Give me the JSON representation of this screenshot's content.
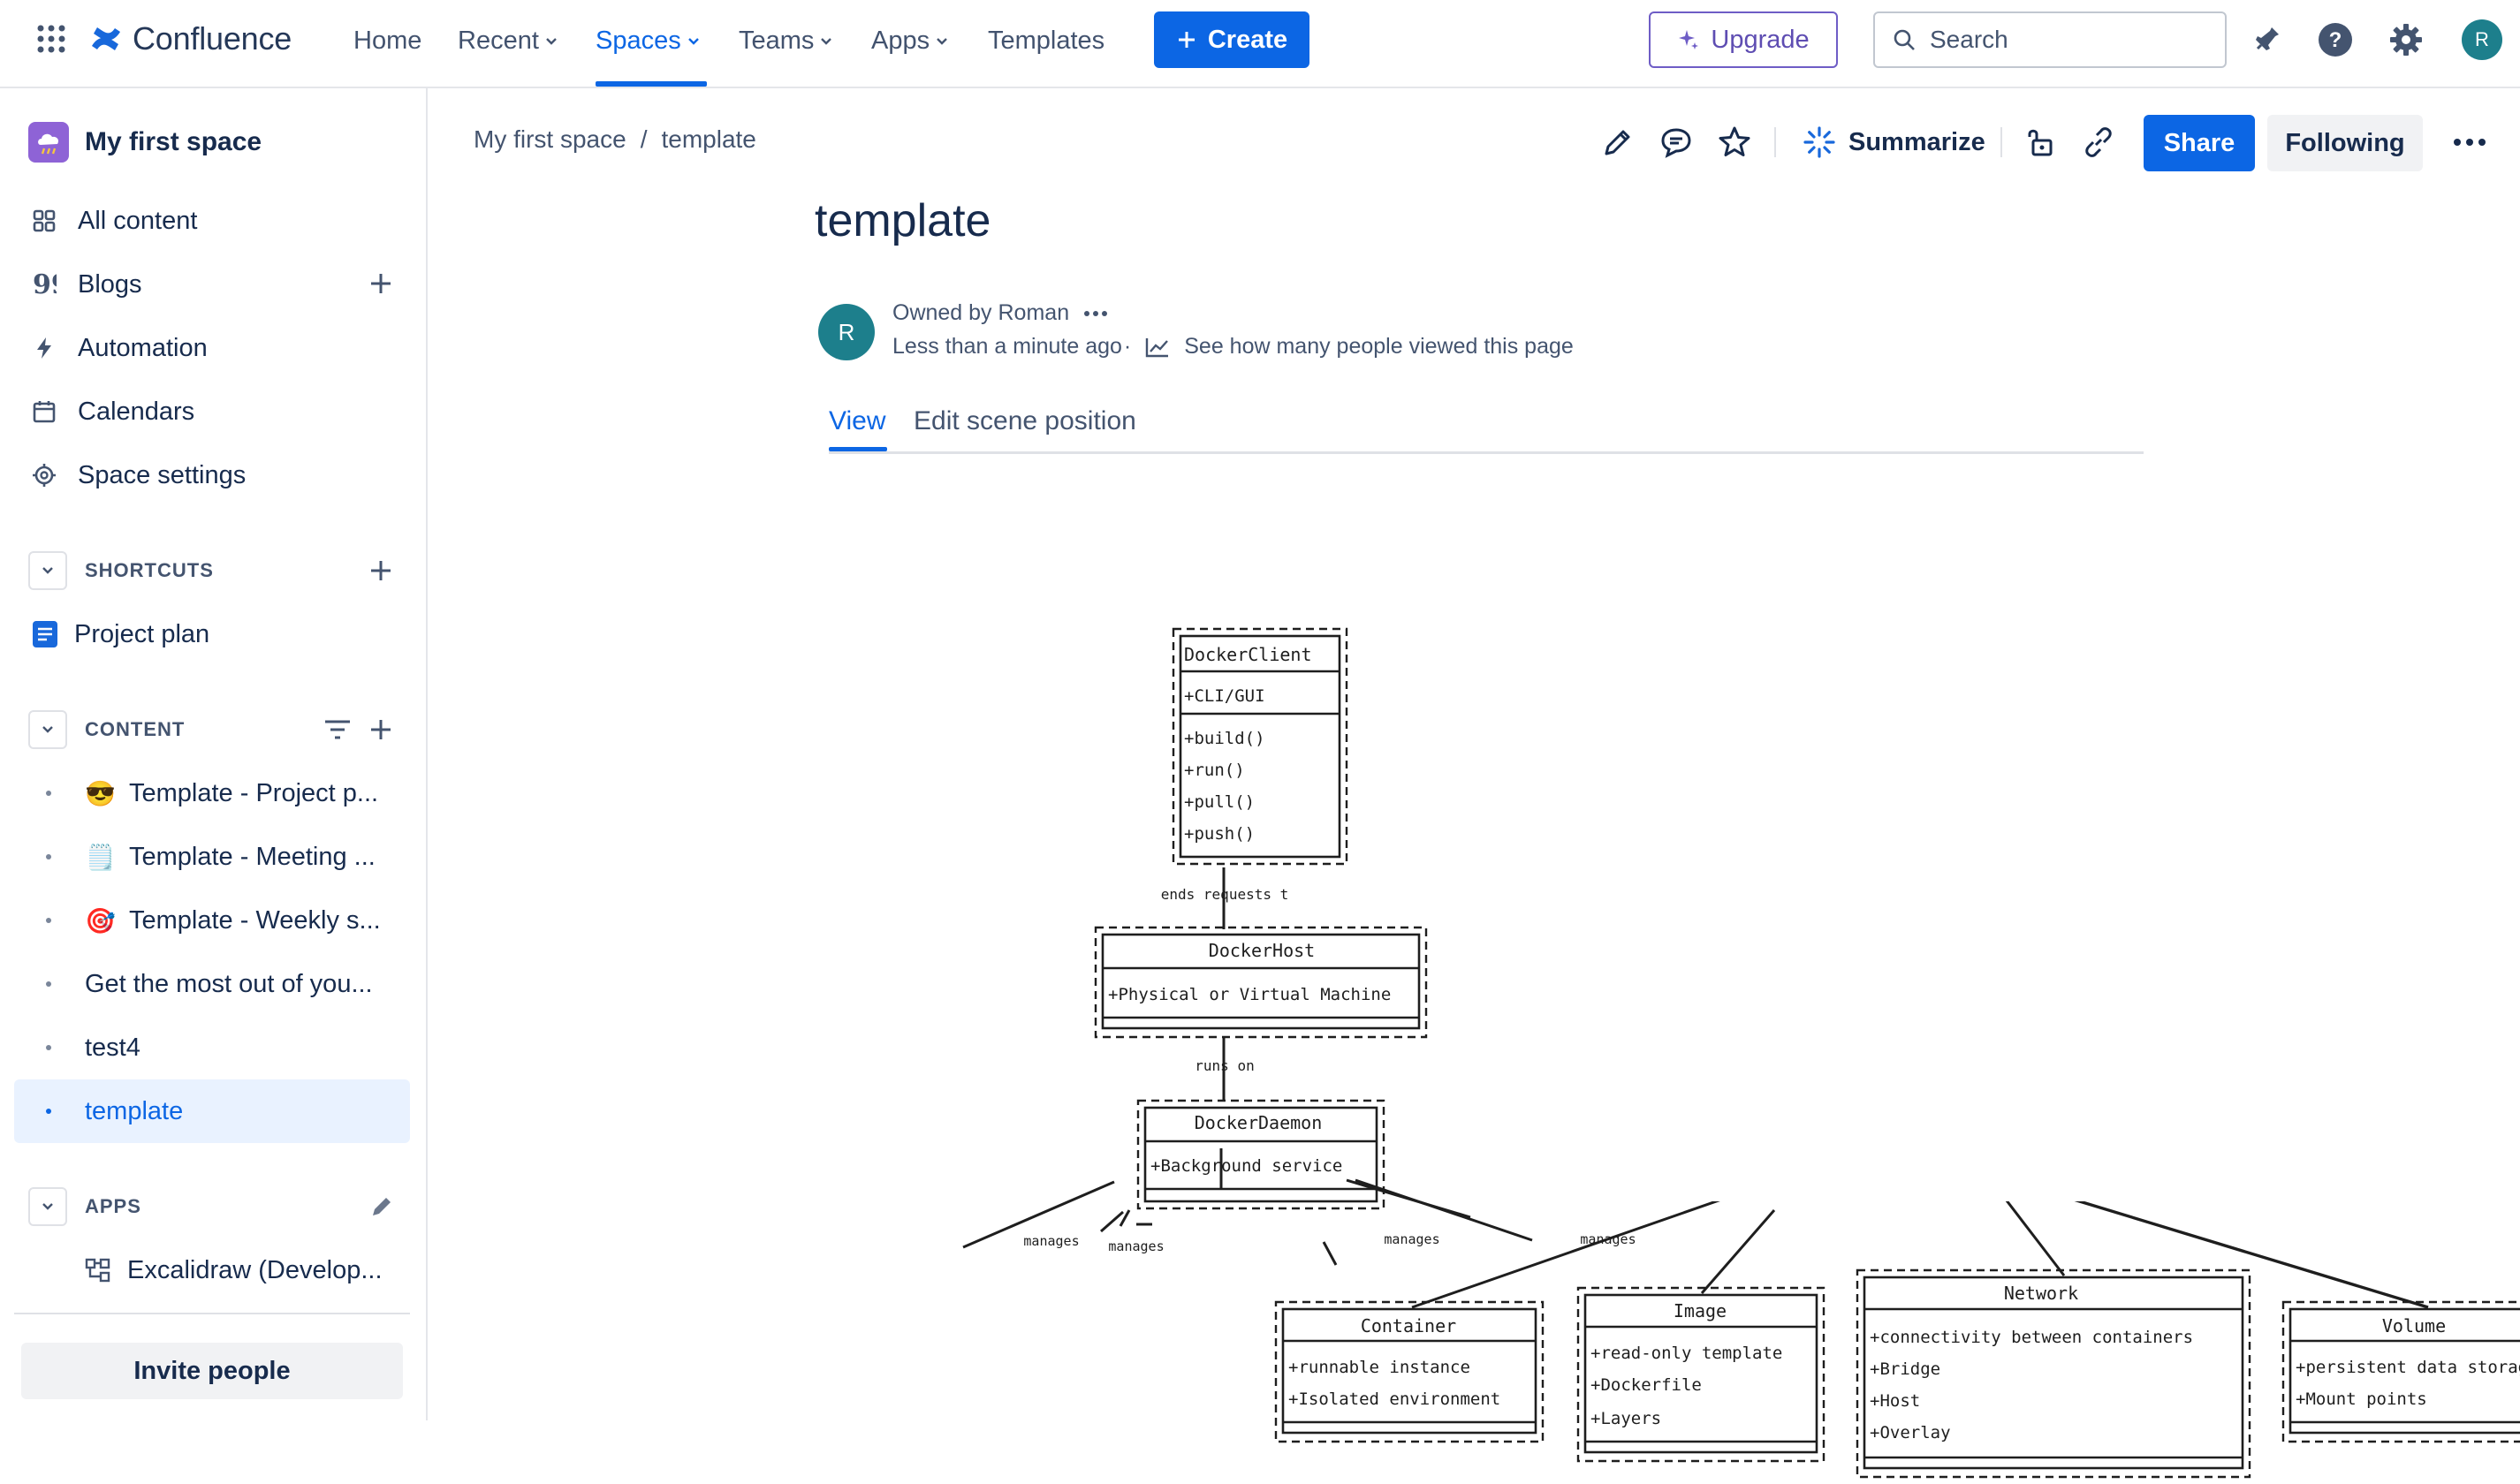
{
  "topnav": {
    "product_name": "Confluence",
    "items": [
      {
        "label": "Home",
        "has_menu": false
      },
      {
        "label": "Recent",
        "has_menu": true
      },
      {
        "label": "Spaces",
        "has_menu": true,
        "active": true
      },
      {
        "label": "Teams",
        "has_menu": true
      },
      {
        "label": "Apps",
        "has_menu": true
      },
      {
        "label": "Templates",
        "has_menu": false
      }
    ],
    "create_label": "Create",
    "upgrade_label": "Upgrade",
    "search_placeholder": "Search",
    "avatar_initial": "R",
    "icons": [
      "app-switcher-icon",
      "notifications-icon",
      "help-icon",
      "settings-icon"
    ],
    "accent_color": "#0c66e4",
    "upgrade_color": "#6e5dc6"
  },
  "sidebar": {
    "space_name": "My first space",
    "nav": [
      {
        "label": "All content",
        "icon": "all-content-icon"
      },
      {
        "label": "Blogs",
        "icon": "blogs-icon"
      },
      {
        "label": "Automation",
        "icon": "automation-icon"
      },
      {
        "label": "Calendars",
        "icon": "calendar-icon"
      },
      {
        "label": "Space settings",
        "icon": "gear-icon"
      }
    ],
    "shortcuts_title": "SHORTCUTS",
    "shortcuts": [
      {
        "label": "Project plan",
        "icon": "page-icon"
      }
    ],
    "content_title": "CONTENT",
    "content": [
      {
        "label": "Template - Project p...",
        "emoji": "😎"
      },
      {
        "label": "Template - Meeting ...",
        "emoji": "🗒️"
      },
      {
        "label": "Template - Weekly s...",
        "emoji": "🎯"
      },
      {
        "label": "Get the most out of you...",
        "emoji": ""
      },
      {
        "label": "test4",
        "emoji": ""
      },
      {
        "label": "template",
        "emoji": "",
        "active": true
      }
    ],
    "apps_title": "APPS",
    "apps": [
      {
        "label": "Excalidraw (Develop...",
        "icon": "excalidraw-icon"
      }
    ],
    "invite_label": "Invite people"
  },
  "page": {
    "breadcrumb": [
      "My first space",
      "template"
    ],
    "breadcrumb_separator": "/",
    "summarize_label": "Summarize",
    "share_label": "Share",
    "following_label": "Following",
    "title": "template",
    "owner_text": "Owned by Roman",
    "owner_initial": "R",
    "updated": "Less than a minute ago",
    "views_text": "See how many people viewed this page",
    "tabs": [
      "View",
      "Edit scene position"
    ]
  },
  "diagram": {
    "classes": {
      "client": {
        "name": "DockerClient",
        "attrs": [
          "+CLI/GUI"
        ],
        "methods": [
          "+build()",
          "+run()",
          "+pull()",
          "+push()"
        ]
      },
      "host": {
        "name": "DockerHost",
        "attrs": [
          "+Physical or Virtual Machine"
        ]
      },
      "daemon": {
        "name": "DockerDaemon",
        "attrs": [
          "+Background service"
        ]
      },
      "container": {
        "name": "Container",
        "attrs": [
          "+runnable instance",
          "+Isolated environment"
        ]
      },
      "image": {
        "name": "Image",
        "attrs": [
          "+read-only template",
          "+Dockerfile",
          "+Layers"
        ]
      },
      "network": {
        "name": "Network",
        "attrs": [
          "+connectivity between containers",
          "+Bridge",
          "+Host",
          "+Overlay"
        ]
      },
      "volume": {
        "name": "Volume",
        "attrs": [
          "+persistent data storage",
          "+Mount points"
        ]
      }
    },
    "relations": {
      "client_host": "ends requests t",
      "host_daemon": "runs on",
      "manages": "manages"
    }
  }
}
